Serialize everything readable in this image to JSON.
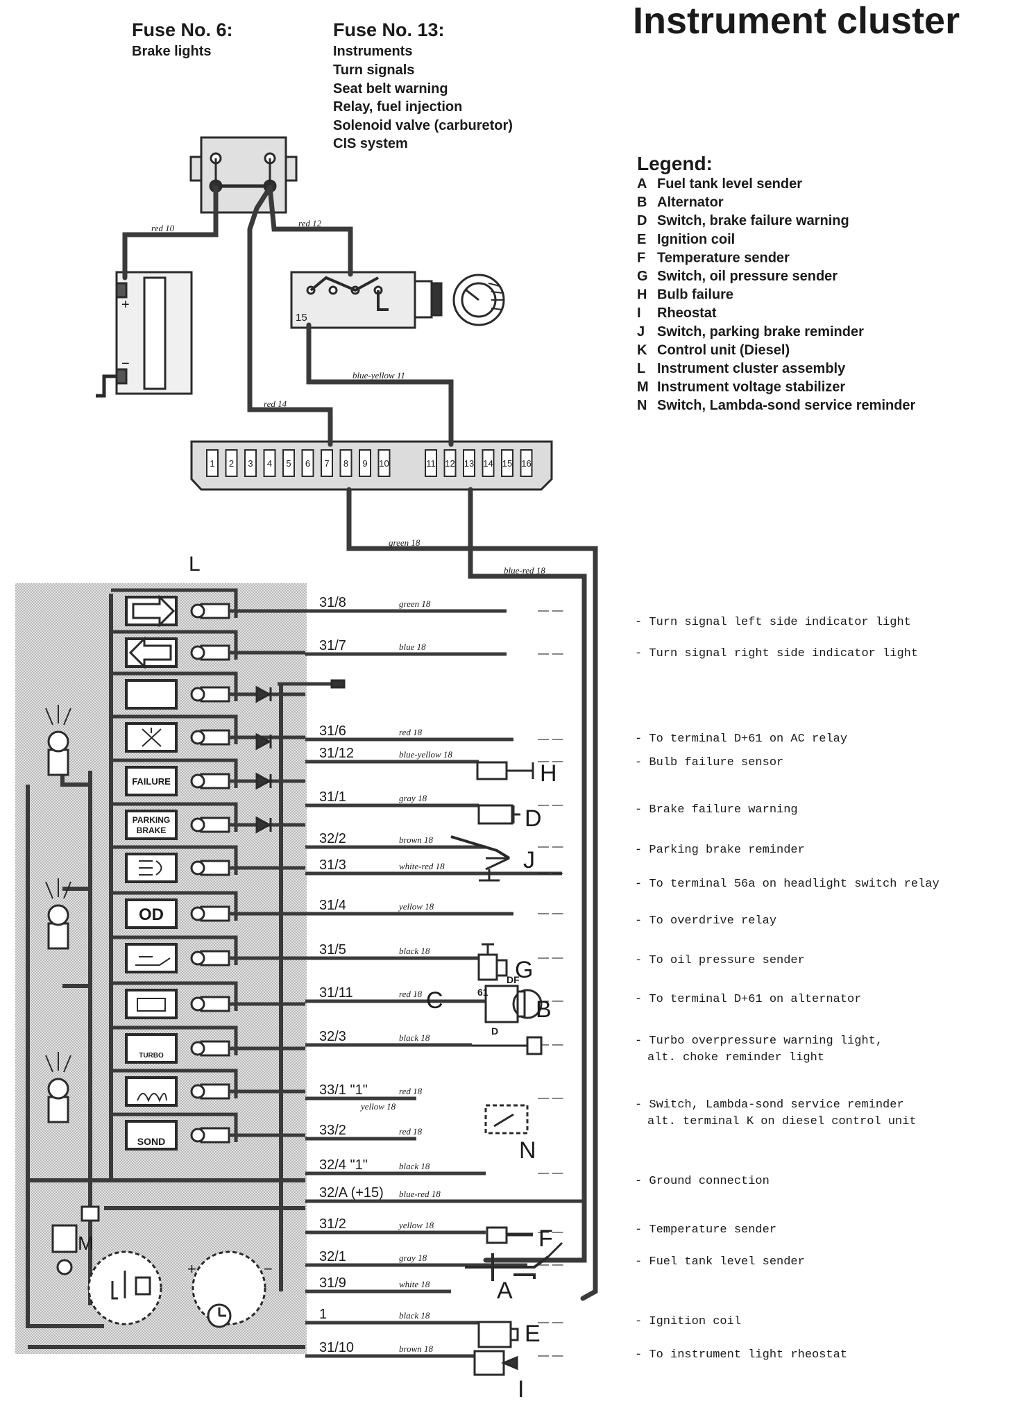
{
  "title": "Instrument cluster",
  "fuse6": {
    "heading": "Fuse No. 6:",
    "items": [
      "Brake lights"
    ]
  },
  "fuse13": {
    "heading": "Fuse No. 13:",
    "items": [
      "Instruments",
      "Turn signals",
      "Seat belt warning",
      "Relay, fuel injection",
      "Solenoid valve (carburetor)",
      "CIS system"
    ]
  },
  "legend": {
    "heading": "Legend:",
    "items": [
      {
        "key": "A",
        "text": "Fuel tank level sender"
      },
      {
        "key": "B",
        "text": "Alternator"
      },
      {
        "key": "D",
        "text": "Switch, brake failure warning"
      },
      {
        "key": "E",
        "text": "Ignition coil"
      },
      {
        "key": "F",
        "text": "Temperature sender"
      },
      {
        "key": "G",
        "text": "Switch, oil pressure sender"
      },
      {
        "key": "H",
        "text": "Bulb failure"
      },
      {
        "key": "I",
        "text": "Rheostat"
      },
      {
        "key": "J",
        "text": "Switch, parking brake reminder"
      },
      {
        "key": "K",
        "text": "Control unit (Diesel)"
      },
      {
        "key": "L",
        "text": "Instrument cluster assembly"
      },
      {
        "key": "M",
        "text": "Instrument voltage stabilizer"
      },
      {
        "key": "N",
        "text": "Switch, Lambda-sond service reminder"
      }
    ]
  },
  "fusebox_numbers": [
    "1",
    "2",
    "3",
    "4",
    "5",
    "6",
    "7",
    "8",
    "9",
    "10",
    "11",
    "12",
    "13",
    "14",
    "15",
    "16"
  ],
  "top_wires": [
    "red 10",
    "red 12",
    "blue-yellow 11",
    "red 14",
    "green 18",
    "blue-red 18"
  ],
  "ignition_terminal": "15",
  "panel_labels": {
    "failure": "FAILURE",
    "parking": "PARKING",
    "brake": "BRAKE",
    "od": "OD",
    "sond": "SOND",
    "turbo": "TURBO",
    "plus": "+",
    "minus": "−"
  },
  "rows": [
    {
      "terminal": "31/8",
      "wire": "green 18",
      "desc": "- Turn signal left side indicator light"
    },
    {
      "terminal": "31/7",
      "wire": "blue 18",
      "desc": "- Turn signal right side indicator light"
    },
    {
      "terminal": "31/6",
      "wire": "red 18",
      "desc": "- To terminal D+61 on AC relay"
    },
    {
      "terminal": "31/12",
      "wire": "blue-yellow 18",
      "desc": "- Bulb failure sensor"
    },
    {
      "terminal": "31/1",
      "wire": "gray 18",
      "desc": "- Brake failure warning"
    },
    {
      "terminal": "32/2",
      "wire": "brown 18",
      "desc": "- Parking brake reminder"
    },
    {
      "terminal": "31/3",
      "wire": "white-red 18",
      "desc": "- To terminal 56a on headlight switch relay"
    },
    {
      "terminal": "31/4",
      "wire": "yellow 18",
      "desc": "- To overdrive relay"
    },
    {
      "terminal": "31/5",
      "wire": "black 18",
      "desc": "- To oil pressure sender"
    },
    {
      "terminal": "31/11",
      "wire": "red 18",
      "desc": "- To terminal D+61 on alternator"
    },
    {
      "terminal": "32/3",
      "wire": "black 18",
      "desc": "- Turbo overpressure warning light,",
      "desc2": "alt. choke reminder light"
    },
    {
      "terminal": "33/1 \"1\"",
      "wire": "red 18",
      "wire2": "yellow 18",
      "desc": "- Switch, Lambda-sond service reminder",
      "desc2": "alt. terminal K on diesel control unit"
    },
    {
      "terminal": "33/2",
      "wire": "red 18",
      "desc": ""
    },
    {
      "terminal": "32/4 \"1\"",
      "wire": "black 18",
      "desc": "- Ground connection"
    },
    {
      "terminal": "32/A (+15)",
      "wire": "blue-red 18",
      "desc": ""
    },
    {
      "terminal": "31/2",
      "wire": "yellow 18",
      "desc": "- Temperature sender"
    },
    {
      "terminal": "32/1",
      "wire": "gray 18",
      "desc": "- Fuel tank level sender"
    },
    {
      "terminal": "31/9",
      "wire": "white 18",
      "desc": ""
    },
    {
      "terminal": "1",
      "wire": "black 18",
      "desc": "- Ignition coil"
    },
    {
      "terminal": "31/10",
      "wire": "brown 18",
      "desc": "- To instrument light rheostat"
    }
  ],
  "component_letters": {
    "L": "L",
    "H": "H",
    "D": "D",
    "J": "J",
    "G": "G",
    "B": "B",
    "C": "C",
    "N": "N",
    "F": "F",
    "A": "A",
    "E": "E",
    "I": "I",
    "M": "M"
  },
  "alternator_terms": {
    "t61": "61",
    "df": "DF",
    "d": "D"
  },
  "colors": {
    "ink": "#1a1a1a",
    "wire": "#3a3a3a",
    "panel": "#c8c8c8",
    "paper": "#ffffff"
  }
}
